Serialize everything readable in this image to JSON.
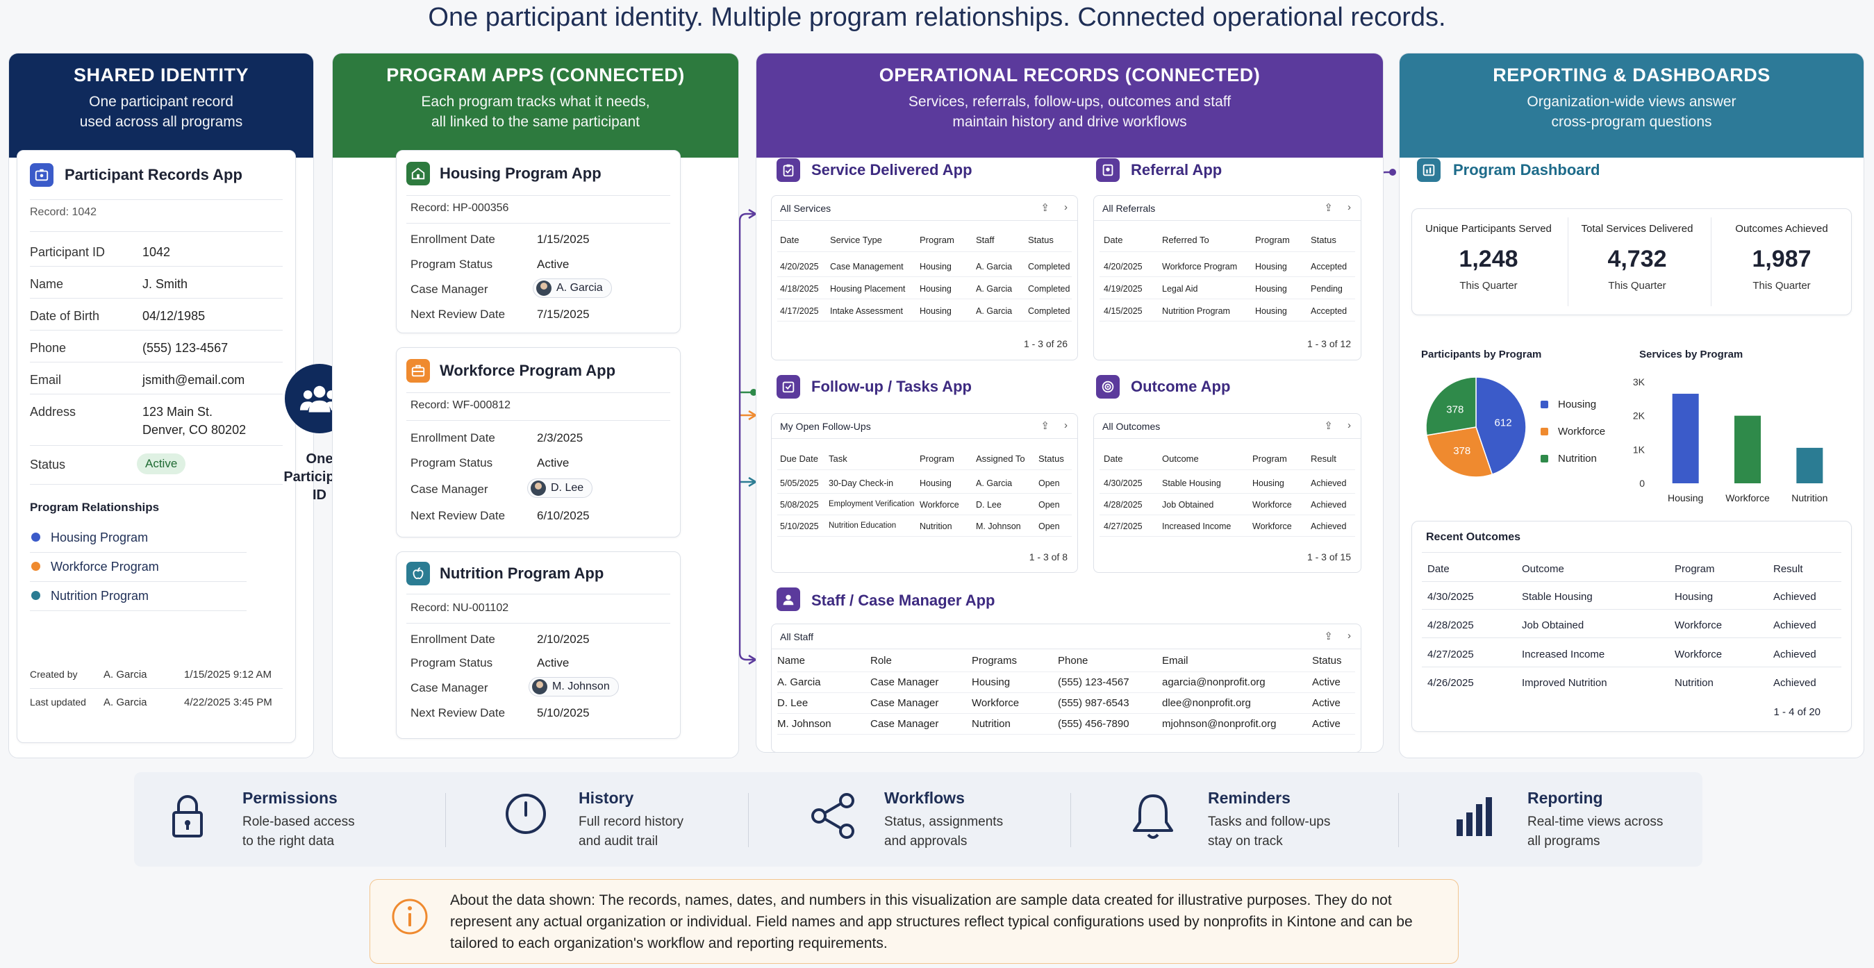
{
  "headline": "One participant identity. Multiple program relationships. Connected operational records.",
  "colors": {
    "identity": "#0f2a5c",
    "programs": "#2d7a3e",
    "ops": "#5b3a9c",
    "reporting": "#2d7a98",
    "housing": "#3b5bc9",
    "workforce": "#ef8a2f",
    "nutrition": "#2b7c93",
    "green": "#2f8a4a"
  },
  "columns": {
    "identity": {
      "title": "SHARED IDENTITY",
      "sub1": "One participant record",
      "sub2": "used across all programs"
    },
    "programs": {
      "title": "PROGRAM APPS (CONNECTED)",
      "sub1": "Each program tracks what it needs,",
      "sub2": "all linked to the same participant"
    },
    "ops": {
      "title": "OPERATIONAL RECORDS (CONNECTED)",
      "sub1": "Services, referrals, follow-ups, outcomes and staff",
      "sub2": "maintain history and drive workflows"
    },
    "reporting": {
      "title": "REPORTING & DASHBOARDS",
      "sub1": "Organization-wide views answer",
      "sub2": "cross-program questions"
    }
  },
  "participant": {
    "app_title": "Participant Records App",
    "record": "Record: 1042",
    "fields": [
      {
        "label": "Participant ID",
        "value": "1042"
      },
      {
        "label": "Name",
        "value": "J. Smith"
      },
      {
        "label": "Date of Birth",
        "value": "04/12/1985"
      },
      {
        "label": "Phone",
        "value": "(555) 123-4567"
      },
      {
        "label": "Email",
        "value": "jsmith@email.com"
      }
    ],
    "address_label": "Address",
    "address1": "123 Main St.",
    "address2": "Denver, CO 80202",
    "status_label": "Status",
    "status_value": "Active",
    "rel_title": "Program Relationships",
    "relationships": [
      "Housing Program",
      "Workforce Program",
      "Nutrition Program"
    ],
    "created_label": "Created by",
    "created_by": "A. Garcia",
    "created_at": "1/15/2025 9:12 AM",
    "updated_label": "Last updated",
    "updated_by": "A. Garcia",
    "updated_at": "4/22/2025 3:45 PM"
  },
  "hub": {
    "l1": "One",
    "l2": "Participant",
    "l3": "ID"
  },
  "program_apps": [
    {
      "title": "Housing Program App",
      "record": "Record: HP-000356",
      "enroll_label": "Enrollment Date",
      "enroll": "1/15/2025",
      "status_label": "Program Status",
      "status": "Active",
      "cm_label": "Case Manager",
      "cm": "A. Garcia",
      "review_label": "Next Review Date",
      "review": "7/15/2025"
    },
    {
      "title": "Workforce Program App",
      "record": "Record: WF-000812",
      "enroll_label": "Enrollment Date",
      "enroll": "2/3/2025",
      "status_label": "Program Status",
      "status": "Active",
      "cm_label": "Case Manager",
      "cm": "D. Lee",
      "review_label": "Next Review Date",
      "review": "6/10/2025"
    },
    {
      "title": "Nutrition Program App",
      "record": "Record: NU-001102",
      "enroll_label": "Enrollment Date",
      "enroll": "2/10/2025",
      "status_label": "Program Status",
      "status": "Active",
      "cm_label": "Case Manager",
      "cm": "M. Johnson",
      "review_label": "Next Review Date",
      "review": "5/10/2025"
    }
  ],
  "service": {
    "title": "Service Delivered App",
    "view": "All Services",
    "headers": [
      "Date",
      "Service Type",
      "Program",
      "Staff",
      "Status"
    ],
    "rows": [
      [
        "4/20/2025",
        "Case Management",
        "Housing",
        "A. Garcia",
        "Completed"
      ],
      [
        "4/18/2025",
        "Housing Placement",
        "Housing",
        "A. Garcia",
        "Completed"
      ],
      [
        "4/17/2025",
        "Intake Assessment",
        "Housing",
        "A. Garcia",
        "Completed"
      ]
    ],
    "pager": "1 - 3 of 26"
  },
  "referral": {
    "title": "Referral App",
    "view": "All Referrals",
    "headers": [
      "Date",
      "Referred To",
      "Program",
      "Status"
    ],
    "rows": [
      [
        "4/20/2025",
        "Workforce Program",
        "Housing",
        "Accepted"
      ],
      [
        "4/19/2025",
        "Legal Aid",
        "Housing",
        "Pending"
      ],
      [
        "4/15/2025",
        "Nutrition Program",
        "Housing",
        "Accepted"
      ]
    ],
    "pager": "1 - 3 of 12"
  },
  "followup": {
    "title": "Follow-up / Tasks App",
    "view": "My Open Follow-Ups",
    "headers": [
      "Due Date",
      "Task",
      "Program",
      "Assigned To",
      "Status"
    ],
    "rows": [
      [
        "5/05/2025",
        "30-Day Check-in",
        "Housing",
        "A. Garcia",
        "Open"
      ],
      [
        "5/08/2025",
        "Employment Verification",
        "Workforce",
        "D. Lee",
        "Open"
      ],
      [
        "5/10/2025",
        "Nutrition Education",
        "Nutrition",
        "M. Johnson",
        "Open"
      ]
    ],
    "pager": "1 - 3 of 8"
  },
  "outcome": {
    "title": "Outcome App",
    "view": "All Outcomes",
    "headers": [
      "Date",
      "Outcome",
      "Program",
      "Result"
    ],
    "rows": [
      [
        "4/30/2025",
        "Stable Housing",
        "Housing",
        "Achieved"
      ],
      [
        "4/28/2025",
        "Job Obtained",
        "Workforce",
        "Achieved"
      ],
      [
        "4/27/2025",
        "Increased Income",
        "Workforce",
        "Achieved"
      ]
    ],
    "pager": "1 - 3 of 15"
  },
  "staff": {
    "title": "Staff / Case Manager App",
    "view": "All Staff",
    "headers": [
      "Name",
      "Role",
      "Programs",
      "Phone",
      "Email",
      "Status"
    ],
    "rows": [
      [
        "A. Garcia",
        "Case Manager",
        "Housing",
        "(555) 123-4567",
        "agarcia@nonprofit.org",
        "Active"
      ],
      [
        "D. Lee",
        "Case Manager",
        "Workforce",
        "(555) 987-6543",
        "dlee@nonprofit.org",
        "Active"
      ],
      [
        "M. Johnson",
        "Case Manager",
        "Nutrition",
        "(555) 456-7890",
        "mjohnson@nonprofit.org",
        "Active"
      ]
    ]
  },
  "dashboard": {
    "title": "Program Dashboard",
    "kpis": [
      {
        "label": "Unique Participants Served",
        "value": "1,248",
        "period": "This Quarter"
      },
      {
        "label": "Total Services Delivered",
        "value": "4,732",
        "period": "This Quarter"
      },
      {
        "label": "Outcomes Achieved",
        "value": "1,987",
        "period": "This Quarter"
      }
    ],
    "recent_title": "Recent Outcomes",
    "recent_headers": [
      "Date",
      "Outcome",
      "Program",
      "Result"
    ],
    "recent_rows": [
      [
        "4/30/2025",
        "Stable Housing",
        "Housing",
        "Achieved"
      ],
      [
        "4/28/2025",
        "Job Obtained",
        "Workforce",
        "Achieved"
      ],
      [
        "4/27/2025",
        "Increased Income",
        "Workforce",
        "Achieved"
      ],
      [
        "4/26/2025",
        "Improved Nutrition",
        "Nutrition",
        "Achieved"
      ]
    ],
    "recent_pager": "1 - 4 of 20"
  },
  "chart_data": [
    {
      "type": "pie",
      "title": "Participants by Program",
      "categories": [
        "Housing",
        "Workforce",
        "Nutrition"
      ],
      "values": [
        612,
        378,
        378
      ],
      "colors": [
        "#3b5bc9",
        "#ef8a2f",
        "#2f8a4a"
      ],
      "legend": "right"
    },
    {
      "type": "bar",
      "title": "Services by Program",
      "categories": [
        "Housing",
        "Workforce",
        "Nutrition"
      ],
      "values": [
        2650,
        2000,
        1050
      ],
      "colors": [
        "#3b5bc9",
        "#2f8a4a",
        "#2b7c93"
      ],
      "yticks": [
        "0",
        "1K",
        "2K",
        "3K"
      ],
      "ylim": [
        0,
        3000
      ]
    }
  ],
  "features": [
    {
      "icon": "lock-icon",
      "title": "Permissions",
      "l1": "Role-based access",
      "l2": "to the right data"
    },
    {
      "icon": "clock-icon",
      "title": "History",
      "l1": "Full record history",
      "l2": "and audit trail"
    },
    {
      "icon": "share-icon",
      "title": "Workflows",
      "l1": "Status, assignments",
      "l2": "and approvals"
    },
    {
      "icon": "bell-icon",
      "title": "Reminders",
      "l1": "Tasks and follow-ups",
      "l2": "stay on track"
    },
    {
      "icon": "bar-chart-icon",
      "title": "Reporting",
      "l1": "Real-time views across",
      "l2": "all programs"
    }
  ],
  "note": "About the data shown: The records, names, dates, and numbers in this visualization are sample data created for illustrative purposes. They do not represent any actual organization or individual. Field names and app structures reflect typical configurations used by nonprofits in Kintone and can be tailored to each organization's workflow and reporting requirements."
}
